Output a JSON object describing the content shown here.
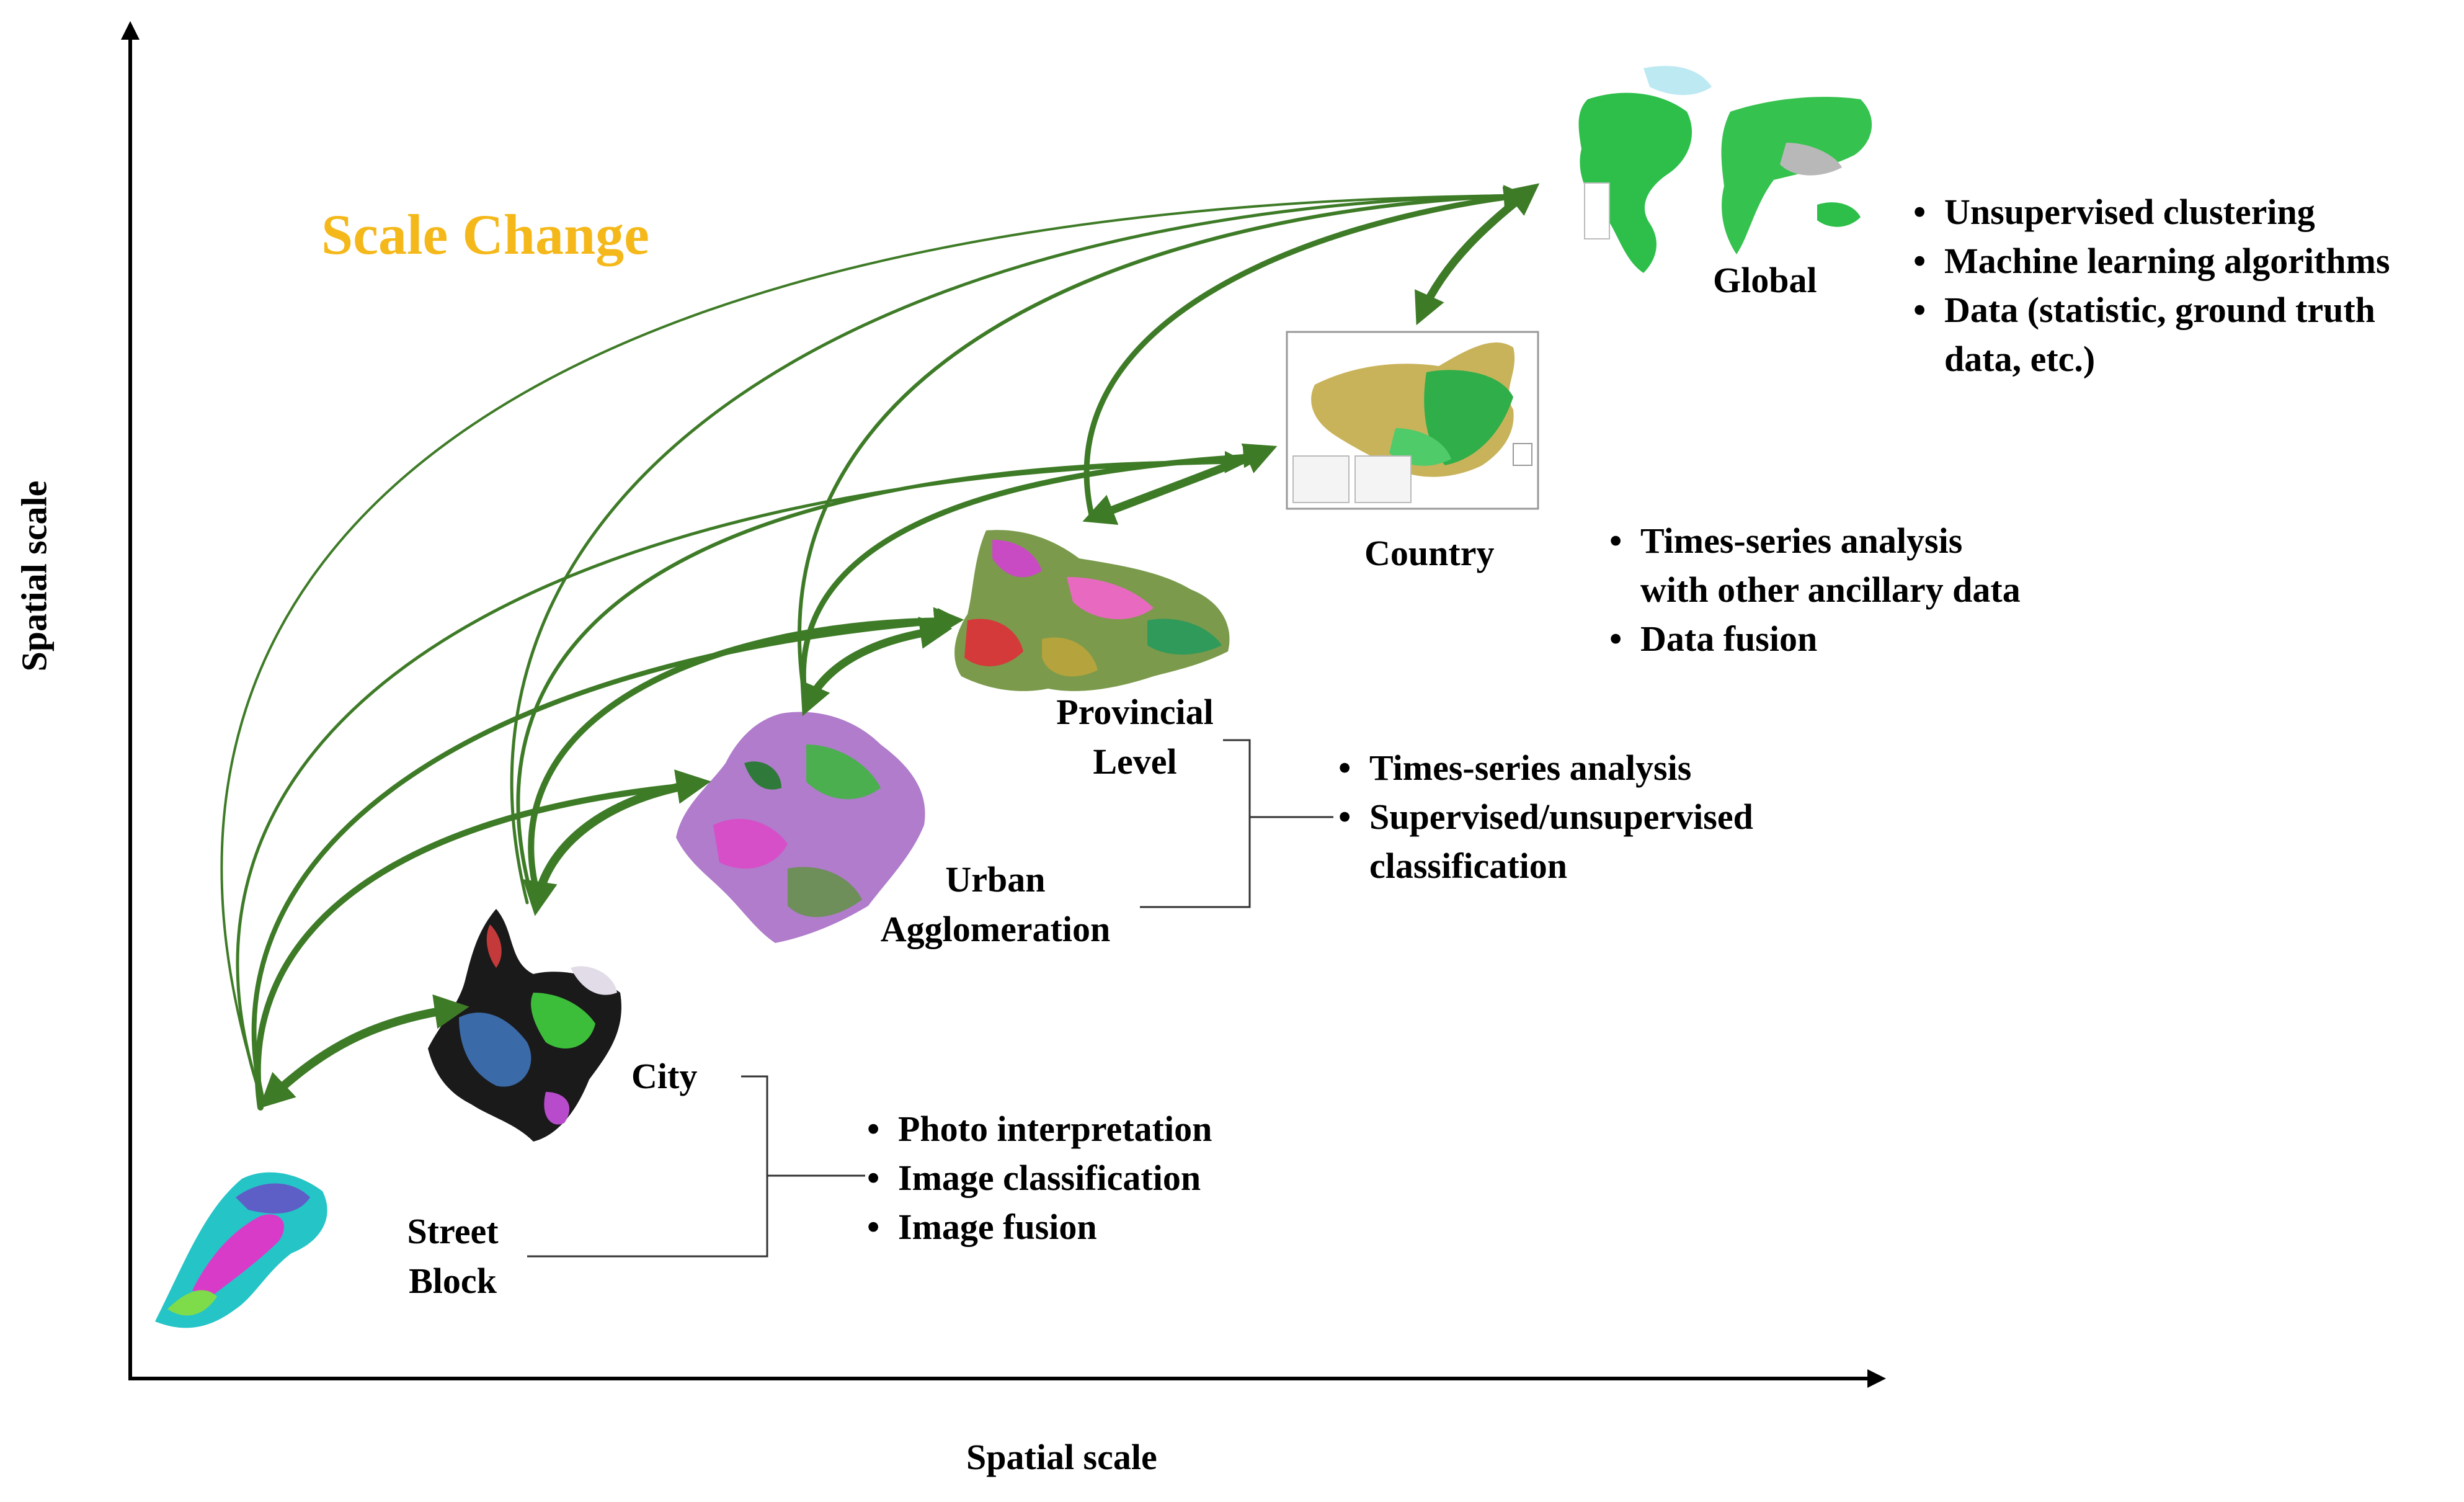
{
  "title": "Scale Change",
  "colors": {
    "title": "#F5B81A",
    "arrow": "#3E7B27",
    "axis": "#000000",
    "bracket": "#333333"
  },
  "axes": {
    "x_label": "Spatial scale",
    "y_label": "Spatial scale"
  },
  "levels": [
    {
      "id": "street-block",
      "lines": [
        "Street",
        "Block"
      ]
    },
    {
      "id": "city",
      "lines": [
        "City"
      ]
    },
    {
      "id": "urban-agglomeration",
      "lines": [
        "Urban",
        "Agglomeration"
      ]
    },
    {
      "id": "provincial-level",
      "lines": [
        "Provincial",
        "Level"
      ]
    },
    {
      "id": "country",
      "lines": [
        "Country"
      ]
    },
    {
      "id": "global",
      "lines": [
        "Global"
      ]
    }
  ],
  "methods": {
    "fine": [
      "Photo interpretation",
      "Image classification",
      "Image fusion"
    ],
    "regional": [
      "Times-series analysis",
      "Supervised/unsupervised",
      "classification"
    ],
    "national": [
      "Times-series analysis",
      "with other ancillary data",
      "Data fusion"
    ],
    "global": [
      "Unsupervised clustering",
      "Machine learning algorithms",
      "Data (statistic, ground truth",
      "data, etc.)"
    ]
  },
  "map_icons": [
    "street-block-map",
    "city-map",
    "urban-agglomeration-map",
    "provincial-map",
    "china-land-cover-map",
    "world-land-cover-map"
  ]
}
